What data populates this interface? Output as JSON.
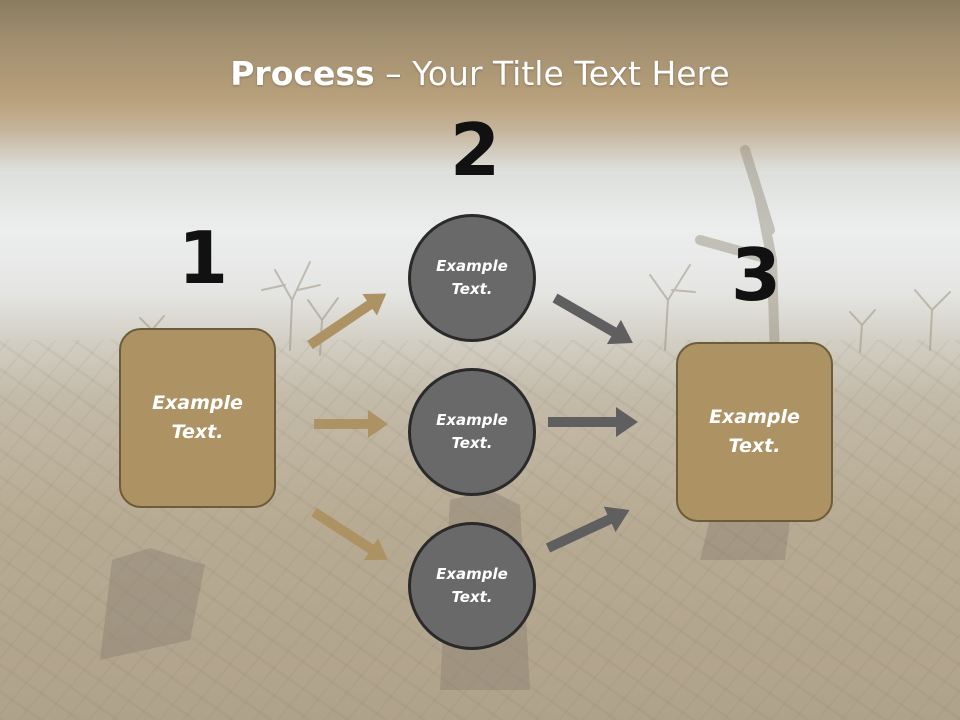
{
  "slide": {
    "title_bold": "Process",
    "title_rest": " – Your Title Text Here",
    "step_numbers": [
      "1",
      "2",
      "3"
    ],
    "left_box_text": "Example Text.",
    "right_box_text": "Example Text.",
    "circle_texts": [
      "Example Text.",
      "Example Text.",
      "Example Text."
    ]
  },
  "colors": {
    "box_fill": "#ad9363",
    "circle_fill": "#696969",
    "arrow_tan": "#ad9363",
    "arrow_gray": "#5f5f5f"
  }
}
